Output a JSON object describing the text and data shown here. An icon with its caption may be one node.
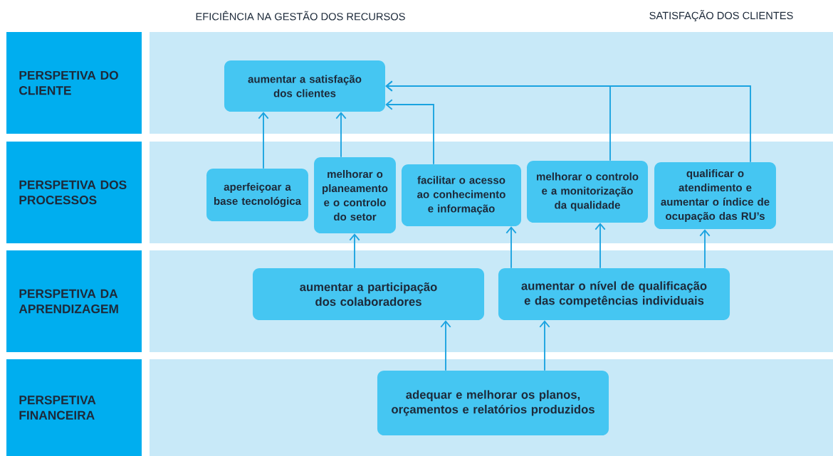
{
  "diagram": {
    "nodes": [
      {
        "text": [
          "PERSPETIVA DO CLIENTE"
        ]
      },
      {
        "text": [
          "PERSPETIVA DOS PROCESSOS"
        ]
      },
      {
        "text": [
          "PERSPETIVA DA APRENDIZAGEM"
        ]
      },
      {
        "text": [
          "PERSPETIVA FINANCEIRA"
        ]
      },
      {
        "text": [
          "aumentar a satisfação dos clientes"
        ]
      },
      {
        "text": [
          "aperfeiçoar a base tecnológica"
        ]
      },
      {
        "text": [
          "melhorar o planeamento e o controlo do setor"
        ]
      },
      {
        "text": [
          "facilitar o acesso ao conhecimento e informação"
        ]
      },
      {
        "text": [
          "melhorar o controlo e a monitorização da qualidade"
        ]
      },
      {
        "text": [
          "qualificar o atendimento e aumentar o índice de ocupação das RU’s"
        ]
      },
      {
        "text": [
          "aumentar a participação dos colaboradores"
        ]
      },
      {
        "text": [
          "aumentar o nível de qualificação e das competências individuais"
        ]
      },
      {
        "text": [
          "adequar e melhorar os planos, orçamentos e relatórios produzidos"
        ]
      }
    ],
    "edges": [
      {
        "from": 5,
        "to": 4,
        "arrow": "to"
      },
      {
        "from": 6,
        "to": 4,
        "arrow": "to"
      },
      {
        "from": 7,
        "to": 4,
        "arrow": "to"
      },
      {
        "from": 8,
        "to": 4,
        "arrow": "to"
      },
      {
        "from": 9,
        "to": 4,
        "arrow": "to"
      },
      {
        "from": 10,
        "to": 6,
        "arrow": "to"
      },
      {
        "from": 11,
        "to": 7,
        "arrow": "to"
      },
      {
        "from": 11,
        "to": 8,
        "arrow": "to"
      },
      {
        "from": 11,
        "to": 9,
        "arrow": "to"
      },
      {
        "from": 12,
        "to": 10,
        "arrow": "to"
      },
      {
        "from": 12,
        "to": 11,
        "arrow": "to"
      }
    ],
    "labels": [
      "EFICIÊNCIA NA GESTÃO DOS RECURSOS",
      "SATISFAÇÃO DOS CLIENTES"
    ]
  }
}
